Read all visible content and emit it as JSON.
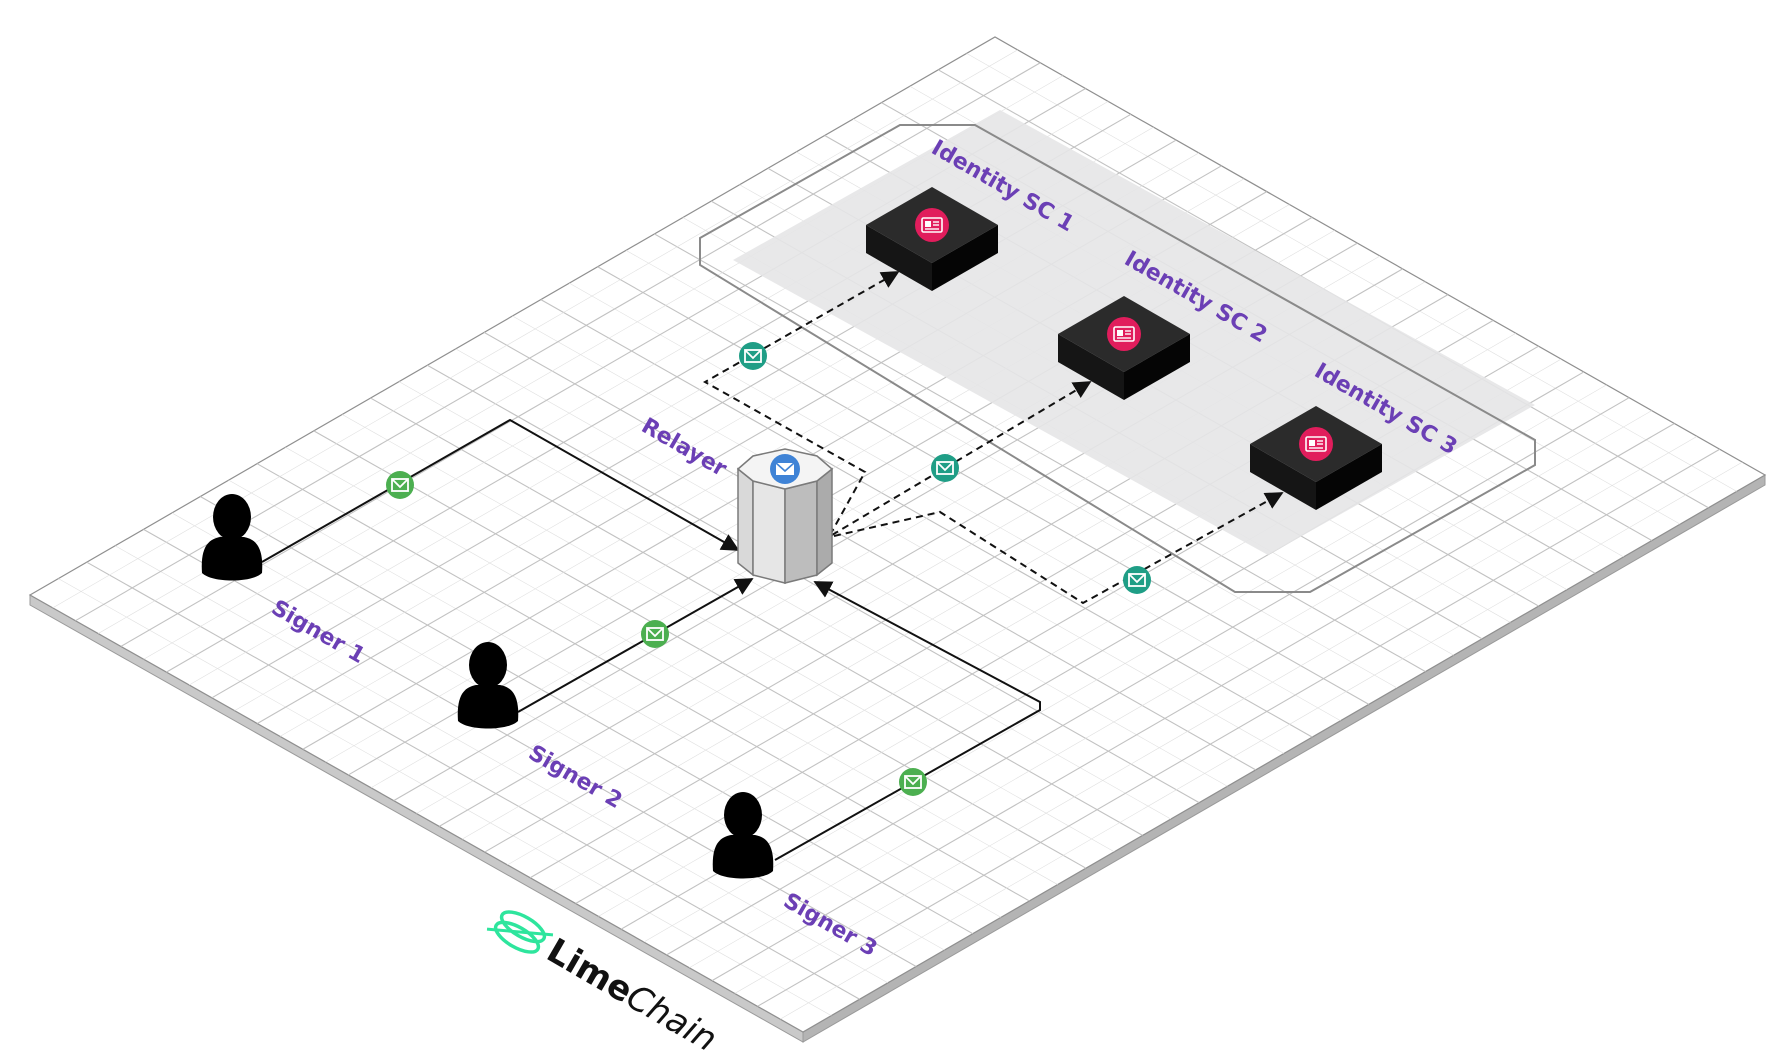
{
  "nodes": {
    "relayer": {
      "label": "Relayer"
    },
    "signers": [
      {
        "label": "Signer 1"
      },
      {
        "label": "Signer 2"
      },
      {
        "label": "Signer 3"
      }
    ],
    "identities": [
      {
        "label": "Identity SC 1"
      },
      {
        "label": "Identity SC 2"
      },
      {
        "label": "Identity SC 3"
      }
    ]
  },
  "brand": {
    "part1": "Lime",
    "part2": "Chain"
  },
  "colors": {
    "label": "#6b3fb5",
    "envelope_signer": "#4caf50",
    "envelope_relayer": "#1f9e86",
    "identity_badge": "#e11d5c",
    "brand": "#2ee59d",
    "relayer_badge": "#3f83d6"
  },
  "icons": {
    "signer": "user-icon",
    "relayer": "relayer-icon",
    "identity": "identity-card-icon",
    "message": "envelope-icon",
    "brand": "limechain-logo-icon"
  }
}
